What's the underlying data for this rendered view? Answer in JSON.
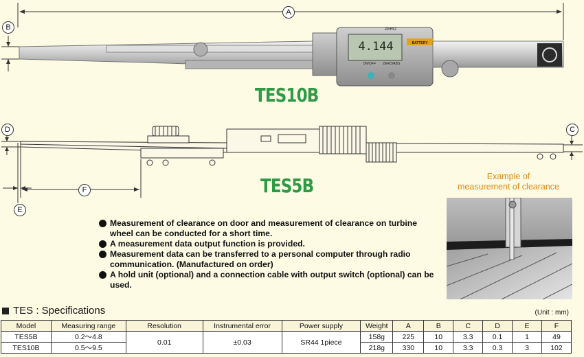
{
  "dimension_labels": {
    "A": "A",
    "B": "B",
    "C": "C",
    "D": "D",
    "E": "E",
    "F": "F"
  },
  "tes10b": {
    "title": "TES10B",
    "display_reading": "4.144",
    "brand_mark": "ZERO",
    "badge": "BATTERY",
    "button_left": "ON/OFF",
    "button_right": "ZERO/ABS"
  },
  "tes5b": {
    "title": "TES5B"
  },
  "example": {
    "caption_line1": "Example of",
    "caption_line2": "measurement of clearance"
  },
  "features": [
    "Measurement of clearance on door and measurement of clearance on turbine wheel can be conducted for a short time.",
    "A measurement data output function is provided.",
    "Measurement data can be transferred to a personal computer through radio communication. (Manufactured on order)",
    "A hold unit (optional) and a connection cable with output switch (optional) can be used."
  ],
  "specs": {
    "title": "TES : Specifications",
    "unit_note": "(Unit : mm)",
    "headers": [
      "Model",
      "Measuring range",
      "Resolution",
      "Instrumental error",
      "Power supply",
      "Weight",
      "A",
      "B",
      "C",
      "D",
      "E",
      "F"
    ],
    "shared": {
      "resolution": "0.01",
      "error": "±0.03",
      "power": "SR44 1piece"
    },
    "rows": [
      {
        "model": "TES5B",
        "range": "0.2〜4.8",
        "weight": "158g",
        "A": "225",
        "B": "10",
        "C": "3.3",
        "D": "0.1",
        "E": "1",
        "F": "49"
      },
      {
        "model": "TES10B",
        "range": "0.5〜9.5",
        "weight": "218g",
        "A": "330",
        "B": "10",
        "C": "3.3",
        "D": "0.3",
        "E": "3",
        "F": "102"
      }
    ]
  },
  "colors": {
    "accent_green": "#2f9a45",
    "caption_orange": "#e58a16",
    "lcd": "#b9c6b2"
  }
}
